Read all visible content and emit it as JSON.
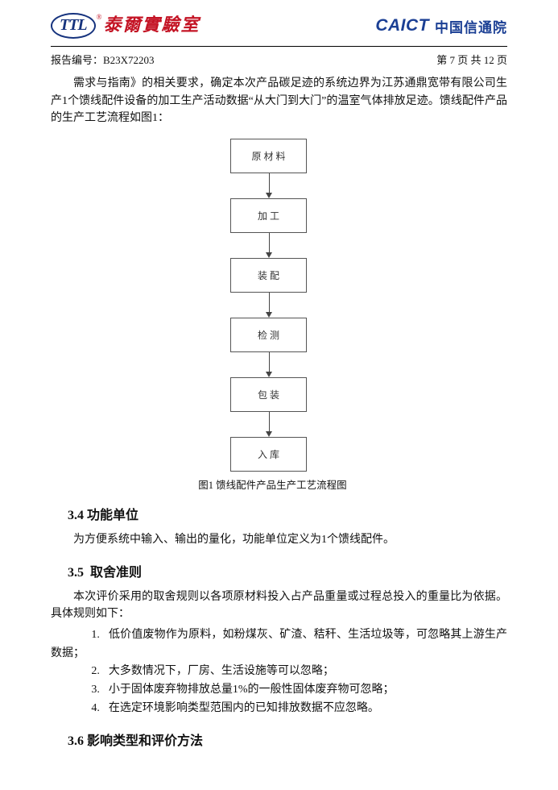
{
  "header": {
    "ttl_logo": {
      "abbr": "TTL",
      "reg": "®",
      "name": "泰爾實驗室"
    },
    "caict_logo": {
      "abbr": "CAICT",
      "name": "中国信通院"
    },
    "report_no": "报告编号：B23X72203",
    "page_info": "第 7 页 共 12 页"
  },
  "content": {
    "intro": "需求与指南》的相关要求，确定本次产品碳足迹的系统边界为江苏通鼎宽带有限公司生产1个馈线配件设备的加工生产活动数据“从大门到大门”的温室气体排放足迹。馈线配件产品的生产工艺流程如图1：",
    "flowchart": {
      "nodes": [
        "原材料",
        "加工",
        "装配",
        "检测",
        "包装",
        "入库"
      ],
      "caption": "图1  馈线配件产品生产工艺流程图"
    },
    "sections": {
      "s34": {
        "title": "3.4 功能单位",
        "body": "为方便系统中输入、输出的量化，功能单位定义为1个馈线配件。"
      },
      "s35": {
        "title": "3.5  取舍准则",
        "body": "本次评价采用的取舍规则以各项原材料投入占产品重量或过程总投入的重量比为依据。具体规则如下：",
        "items": [
          {
            "num": "1.",
            "text": "低价值废物作为原料，如粉煤灰、矿渣、秸秆、生活垃圾等，可忽略其上游生产数据；"
          },
          {
            "num": "2.",
            "text": "大多数情况下，厂房、生活设施等可以忽略；"
          },
          {
            "num": "3.",
            "text": "小于固体废弃物排放总量1%的一般性固体废弃物可忽略；"
          },
          {
            "num": "4.",
            "text": "在选定环境影响类型范围内的已知排放数据不应忽略。"
          }
        ]
      },
      "s36": {
        "title": "3.6 影响类型和评价方法"
      }
    }
  }
}
